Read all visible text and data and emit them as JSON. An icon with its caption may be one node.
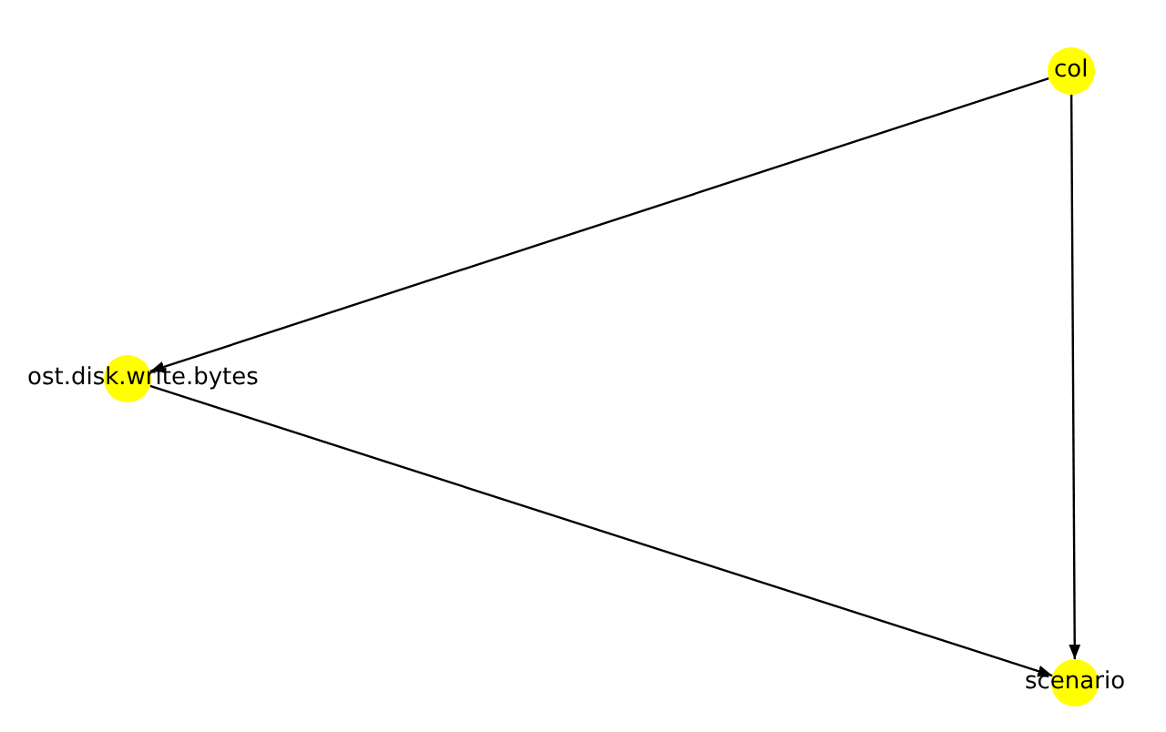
{
  "diagram": {
    "nodes": [
      {
        "text": [
          "col"
        ]
      },
      {
        "text": [
          "ost.disk.write.bytes"
        ]
      },
      {
        "text": [
          "scenario"
        ]
      }
    ],
    "edges": [
      {
        "from": 0,
        "to": 1,
        "arrow": "to"
      },
      {
        "from": 0,
        "to": 2,
        "arrow": "to"
      },
      {
        "from": 1,
        "to": 2,
        "arrow": "to"
      }
    ]
  }
}
